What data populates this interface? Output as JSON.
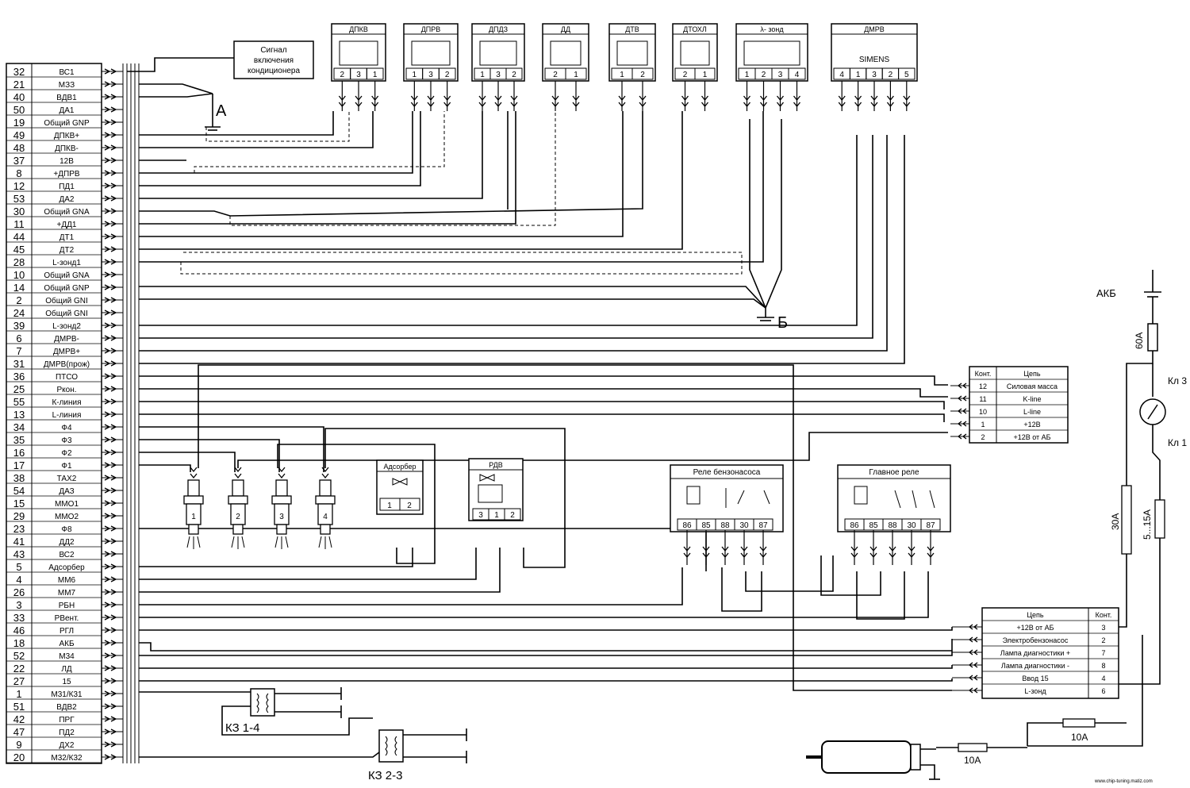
{
  "connector": {
    "pins": [
      {
        "pin": "32",
        "label": "ВС1"
      },
      {
        "pin": "21",
        "label": "МЗЗ"
      },
      {
        "pin": "40",
        "label": "ВДВ1"
      },
      {
        "pin": "50",
        "label": "ДА1"
      },
      {
        "pin": "19",
        "label": "Общий GNP"
      },
      {
        "pin": "49",
        "label": "ДПКВ+"
      },
      {
        "pin": "48",
        "label": "ДПКВ-"
      },
      {
        "pin": "37",
        "label": "12В"
      },
      {
        "pin": "8",
        "label": "+ДПРВ"
      },
      {
        "pin": "12",
        "label": "ПД1"
      },
      {
        "pin": "53",
        "label": "ДА2"
      },
      {
        "pin": "30",
        "label": "Общий GNA"
      },
      {
        "pin": "11",
        "label": "+ДД1"
      },
      {
        "pin": "44",
        "label": "ДТ1"
      },
      {
        "pin": "45",
        "label": "ДТ2"
      },
      {
        "pin": "28",
        "label": "L-зонд1"
      },
      {
        "pin": "10",
        "label": "Общий GNA"
      },
      {
        "pin": "14",
        "label": "Общий GNP"
      },
      {
        "pin": "2",
        "label": "Общий GNI"
      },
      {
        "pin": "24",
        "label": "Общий GNI"
      },
      {
        "pin": "39",
        "label": "L-зонд2"
      },
      {
        "pin": "6",
        "label": "ДМРВ-"
      },
      {
        "pin": "7",
        "label": "ДМРВ+"
      },
      {
        "pin": "31",
        "label": "ДМРВ(прож)"
      },
      {
        "pin": "36",
        "label": "ПТСО"
      },
      {
        "pin": "25",
        "label": "Ркон."
      },
      {
        "pin": "55",
        "label": "К-линия"
      },
      {
        "pin": "13",
        "label": "L-линия"
      },
      {
        "pin": "34",
        "label": "Ф4"
      },
      {
        "pin": "35",
        "label": "Ф3"
      },
      {
        "pin": "16",
        "label": "Ф2"
      },
      {
        "pin": "17",
        "label": "Ф1"
      },
      {
        "pin": "38",
        "label": "ТАХ2"
      },
      {
        "pin": "54",
        "label": "ДАЗ"
      },
      {
        "pin": "15",
        "label": "ММО1"
      },
      {
        "pin": "29",
        "label": "ММО2"
      },
      {
        "pin": "23",
        "label": "Ф8"
      },
      {
        "pin": "41",
        "label": "ДД2"
      },
      {
        "pin": "43",
        "label": "ВС2"
      },
      {
        "pin": "5",
        "label": "Адсорбер"
      },
      {
        "pin": "4",
        "label": "ММ6"
      },
      {
        "pin": "26",
        "label": "ММ7"
      },
      {
        "pin": "3",
        "label": "РБН"
      },
      {
        "pin": "33",
        "label": "РВент."
      },
      {
        "pin": "46",
        "label": "РГЛ"
      },
      {
        "pin": "18",
        "label": "АКБ"
      },
      {
        "pin": "52",
        "label": "М34"
      },
      {
        "pin": "22",
        "label": "ЛД"
      },
      {
        "pin": "27",
        "label": "15"
      },
      {
        "pin": "1",
        "label": "М31/К31"
      },
      {
        "pin": "51",
        "label": "ВДВ2"
      },
      {
        "pin": "42",
        "label": "ПРГ"
      },
      {
        "pin": "47",
        "label": "ПД2"
      },
      {
        "pin": "9",
        "label": "ДХ2"
      },
      {
        "pin": "20",
        "label": "М32/К32"
      }
    ]
  },
  "ac_signal": {
    "line1": "Сигнал",
    "line2": "включения",
    "line3": "кондиционера"
  },
  "points": {
    "a": "А",
    "b": "Б"
  },
  "sensors": [
    {
      "name": "ДПКВ",
      "pins": [
        "2",
        "3",
        "1"
      ]
    },
    {
      "name": "ДПРВ",
      "pins": [
        "1",
        "3",
        "2"
      ]
    },
    {
      "name": "ДПДЗ",
      "pins": [
        "1",
        "3",
        "2"
      ]
    },
    {
      "name": "ДД",
      "pins": [
        "2",
        "1"
      ]
    },
    {
      "name": "ДТВ",
      "pins": [
        "1",
        "2"
      ]
    },
    {
      "name": "ДТОХЛ",
      "pins": [
        "2",
        "1"
      ]
    },
    {
      "name": "λ- зонд",
      "pins": [
        "1",
        "2",
        "3",
        "4"
      ]
    },
    {
      "name": "ДМРВ",
      "inner": "SIMENS",
      "pins": [
        "4",
        "1",
        "3",
        "2",
        "5"
      ]
    }
  ],
  "injectors": [
    "1",
    "2",
    "3",
    "4"
  ],
  "adsorber": {
    "name": "Адсорбер",
    "pins": [
      "1",
      "2"
    ]
  },
  "rdv": {
    "name": "РДВ",
    "pins": [
      "3",
      "1",
      "2"
    ]
  },
  "pump_relay": {
    "name": "Реле бензонасоса",
    "pins": [
      "86",
      "85",
      "88",
      "30",
      "87"
    ]
  },
  "main_relay": {
    "name": "Главное реле",
    "pins": [
      "86",
      "85",
      "88",
      "30",
      "87"
    ]
  },
  "diag_table": {
    "head_pin": "Конт.",
    "head_circuit": "Цепь",
    "rows": [
      {
        "pin": "12",
        "circuit": "Силовая масса"
      },
      {
        "pin": "11",
        "circuit": "K-line"
      },
      {
        "pin": "10",
        "circuit": "L-line"
      },
      {
        "pin": "1",
        "circuit": "+12В"
      },
      {
        "pin": "2",
        "circuit": "+12В от АБ"
      }
    ]
  },
  "harness_table": {
    "head_circuit": "Цепь",
    "head_pin": "Конт.",
    "rows": [
      {
        "circuit": "+12В от АБ",
        "pin": "3"
      },
      {
        "circuit": "Электробензонасос",
        "pin": "2"
      },
      {
        "circuit": "Лампа диагностики +",
        "pin": "7"
      },
      {
        "circuit": "Лампа диагностики -",
        "pin": "8"
      },
      {
        "circuit": "Ввод 15",
        "pin": "4"
      },
      {
        "circuit": "L-зонд",
        "pin": "6"
      }
    ]
  },
  "power": {
    "battery": "АКБ",
    "fuse_main": "60А",
    "key_a": "Кл 3",
    "key_b": "Кл 1",
    "fuse_30": "30А",
    "fuse_5_15": "5...15А",
    "fuse_10a": "10А",
    "fuse_10b": "10А"
  },
  "coils": {
    "coil1": "КЗ 1-4",
    "coil2": "КЗ 2-3"
  },
  "watermark": "www.chip-tuning.matiz.com"
}
